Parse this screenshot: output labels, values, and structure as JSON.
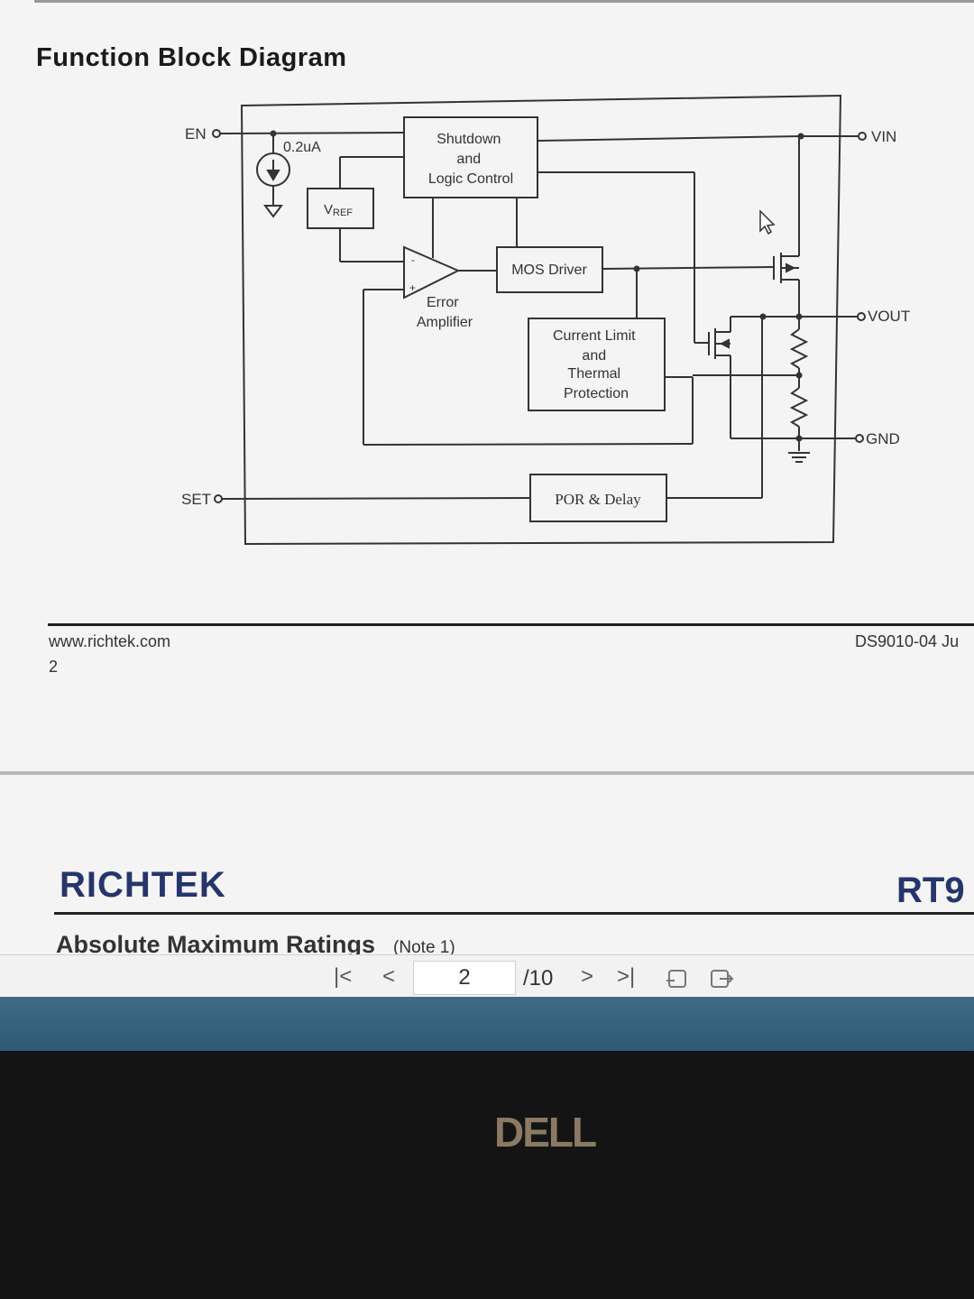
{
  "document": {
    "section_title": "Function Block Diagram",
    "footer_url": "www.richtek.com",
    "footer_page": "2",
    "footer_doc": "DS9010-04  Ju",
    "brand": "RICHTEK",
    "part": "RT9",
    "next_section": "Absolute Maximum Ratings",
    "next_note": "(Note 1)"
  },
  "diagram": {
    "pins": {
      "en": "EN",
      "set": "SET",
      "vin": "VIN",
      "vout": "VOUT",
      "gnd": "GND"
    },
    "current_source": "0.2uA",
    "vref_main": "V",
    "vref_sub": "REF",
    "shutdown_lines": [
      "Shutdown",
      "and",
      "Logic Control"
    ],
    "mos_driver": "MOS Driver",
    "error_amp_lines": [
      "Error",
      "Amplifier"
    ],
    "opamp_minus": "-",
    "opamp_plus": "+",
    "current_limit_lines": [
      "Current Limit",
      "and",
      "Thermal",
      "Protection"
    ],
    "por": "POR & Delay"
  },
  "toolbar": {
    "first_icon": "first-page-icon",
    "prev_icon": "prev-page-icon",
    "page_value": "2",
    "page_total": "/10",
    "next_icon": "next-page-icon",
    "last_icon": "last-page-icon",
    "rotate_icon": "rotate-icon",
    "exit_icon": "exit-icon"
  },
  "hardware": {
    "logo": "DELL"
  }
}
